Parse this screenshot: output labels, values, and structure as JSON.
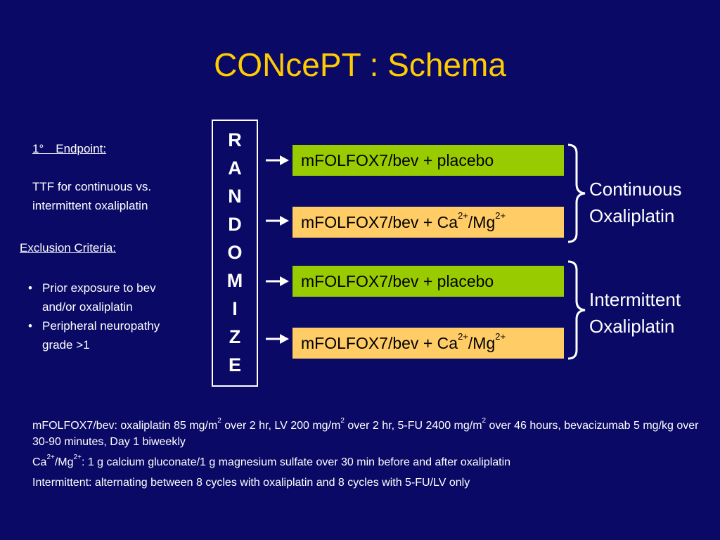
{
  "title": "CONcePT : Schema",
  "endpoint": {
    "heading": "1°　Endpoint:",
    "line1": "TTF for continuous vs.",
    "line2": "intermittent oxaliplatin"
  },
  "exclusion": {
    "heading": "Exclusion Criteria:",
    "items": [
      {
        "line1": "Prior exposure to bev",
        "line2": "and/or oxaliplatin"
      },
      {
        "line1": "Peripheral neuropathy",
        "line2": "grade >1"
      }
    ]
  },
  "randomize_letters": [
    "R",
    "A",
    "N",
    "D",
    "O",
    "M",
    "I",
    "Z",
    "E"
  ],
  "arms": [
    {
      "text": "mFOLFOX7/bev + placebo",
      "color": "#99cc00"
    },
    {
      "prefix": "mFOLFOX7/bev + Ca",
      "sup1": "2+",
      "mid": "/Mg",
      "sup2": "2+",
      "color": "#ffcc66"
    },
    {
      "text": "mFOLFOX7/bev + placebo",
      "color": "#99cc00"
    },
    {
      "prefix": "mFOLFOX7/bev + Ca",
      "sup1": "2+",
      "mid": "/Mg",
      "sup2": "2+",
      "color": "#ffcc66"
    }
  ],
  "groups": [
    {
      "line1": "Continuous",
      "line2": "Oxaliplatin"
    },
    {
      "line1": "Intermittent",
      "line2": "Oxaliplatin"
    }
  ],
  "footnotes": {
    "fn1": {
      "a": "mFOLFOX7/bev: oxaliplatin 85 mg/m",
      "s1": "2",
      "b": " over 2 hr, LV 200 mg/m",
      "s2": "2",
      "c": " over 2 hr, 5-FU 2400 mg/m",
      "s3": "2",
      "d": " over 46 hours, bevacizumab 5 mg/kg over 30-90 minutes, Day 1 biweekly"
    },
    "fn2": {
      "a": "Ca",
      "s1": "2+",
      "b": "/Mg",
      "s2": "2+",
      "c": ": 1 g calcium gluconate/1 g magnesium sulfate over 30 min before and after oxaliplatin"
    },
    "fn3": "Intermittent: alternating between 8 cycles with oxaliplatin and 8 cycles with 5-FU/LV only"
  },
  "colors": {
    "background": "#0a0a66",
    "title": "#ffcc00",
    "arm_green": "#99cc00",
    "arm_orange": "#ffcc66"
  }
}
